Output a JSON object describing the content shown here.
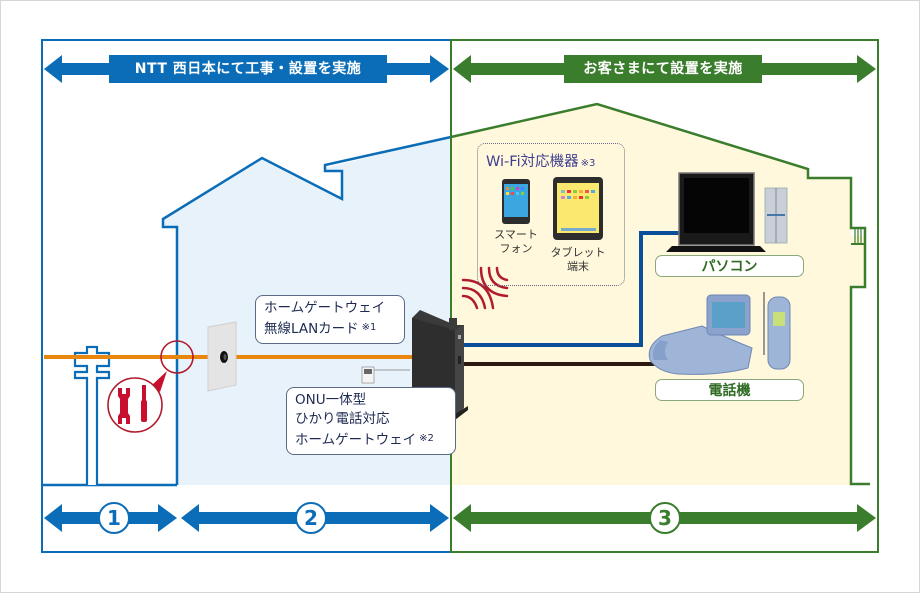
{
  "banners": {
    "ntt": "NTT 西日本にて工事・設置を実施",
    "customer": "お客さまにて設置を実施"
  },
  "sections": [
    {
      "number": "1",
      "owner": "ntt"
    },
    {
      "number": "2",
      "owner": "ntt"
    },
    {
      "number": "3",
      "owner": "customer"
    }
  ],
  "callouts": {
    "wireless_card": {
      "line1": "ホームゲートウェイ",
      "line2": "無線LANカード",
      "note": "※1"
    },
    "onu_gateway": {
      "line1": "ONU一体型",
      "line2": "ひかり電話対応",
      "line3": "ホームゲートウェイ",
      "note": "※2"
    }
  },
  "wifi_devices": {
    "title": "Wi-Fi対応機器",
    "note": "※3",
    "smartphone": {
      "line1": "スマート",
      "line2": "フォン"
    },
    "tablet": {
      "line1": "タブレット",
      "line2": "端末"
    }
  },
  "devices": {
    "pc": "パソコン",
    "phone": "電話機"
  },
  "icons": [
    "utility-pole-icon",
    "tool-icon",
    "wall-outlet-icon",
    "router-icon",
    "wifi-signal-icon",
    "smartphone-icon",
    "tablet-icon",
    "pc-icon",
    "phone-icon"
  ],
  "colors": {
    "ntt_blue": "#0b6db7",
    "customer_green": "#3a7d2c",
    "fiber_orange": "#e8860e",
    "lan_blue": "#0a4f9c",
    "phone_line": "#2a1a10",
    "ntt_area_fill": "#e8f2fb",
    "home_area_fill": "#fff8dc",
    "tool_red": "#c8102e"
  }
}
